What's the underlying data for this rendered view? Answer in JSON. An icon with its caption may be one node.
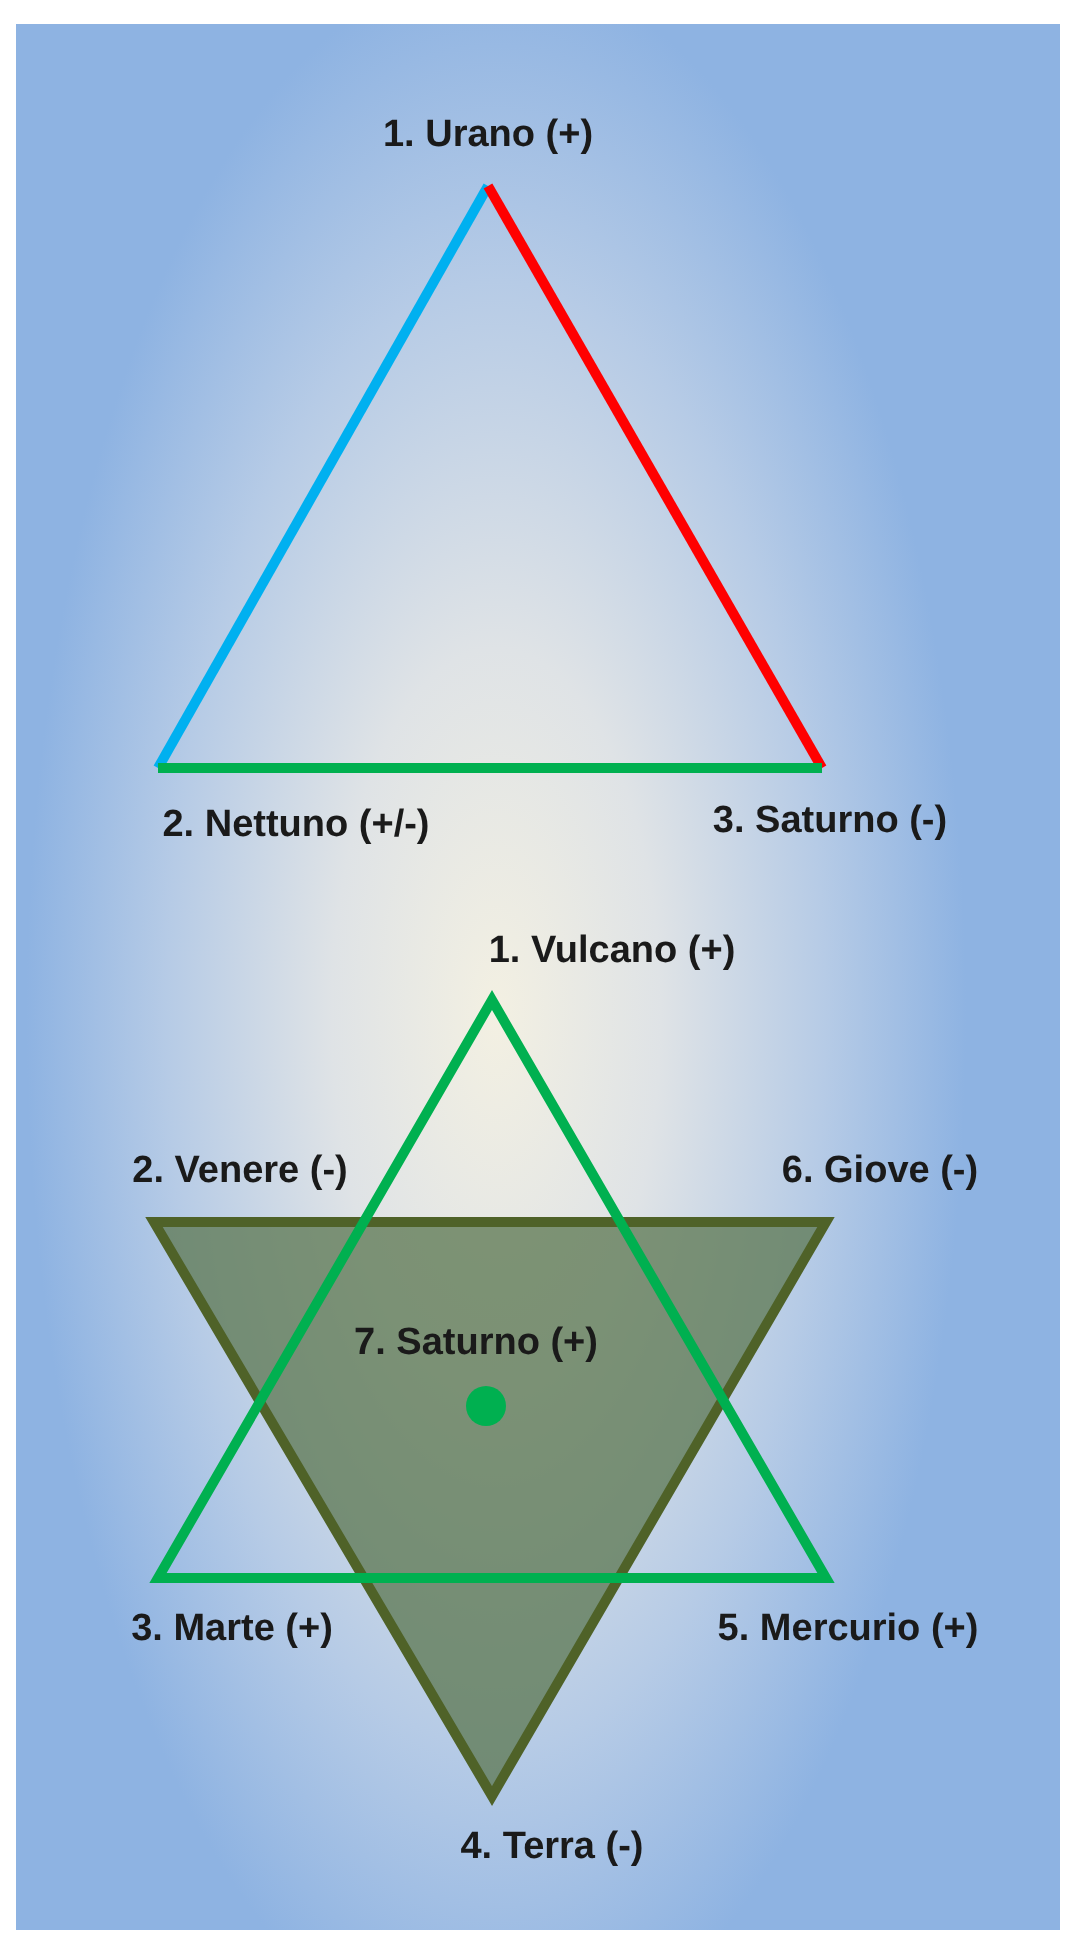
{
  "diagram": {
    "labels": [
      "1. Urano (+)",
      "2. Nettuno (+/-)",
      "3. Saturno (-)",
      "1. Vulcano (+)",
      "2. Venere (-)",
      "6. Giove (-)",
      "7. Saturno (+)",
      "3. Marte (+)",
      "5. Mercurio (+)",
      "4. Terra (-)"
    ]
  }
}
